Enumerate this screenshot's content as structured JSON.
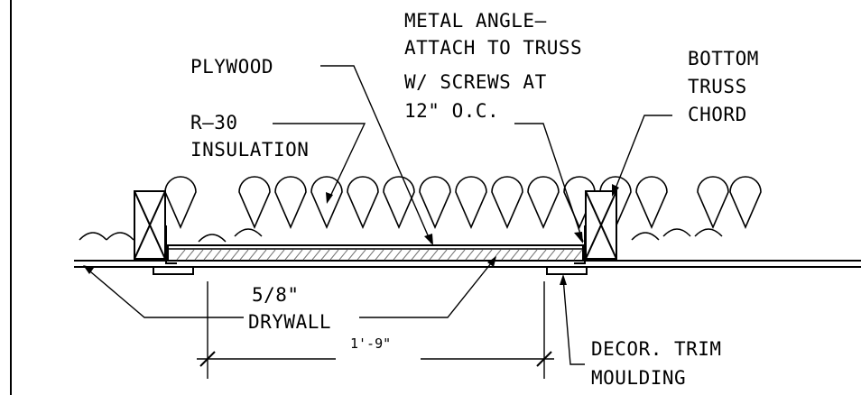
{
  "labels": {
    "metal_angle": [
      "METAL ANGLE—",
      "ATTACH TO TRUSS",
      "W/ SCREWS AT",
      "12\" O.C."
    ],
    "plywood": "PLYWOOD",
    "bottom_truss_chord": [
      "BOTTOM",
      "TRUSS",
      "CHORD"
    ],
    "insulation": [
      "R—30",
      "INSULATION"
    ],
    "drywall": [
      "5/8\"",
      "DRYWALL"
    ],
    "dimension": "1'-9\"",
    "trim": [
      "DECOR. TRIM",
      "MOULDING"
    ]
  }
}
